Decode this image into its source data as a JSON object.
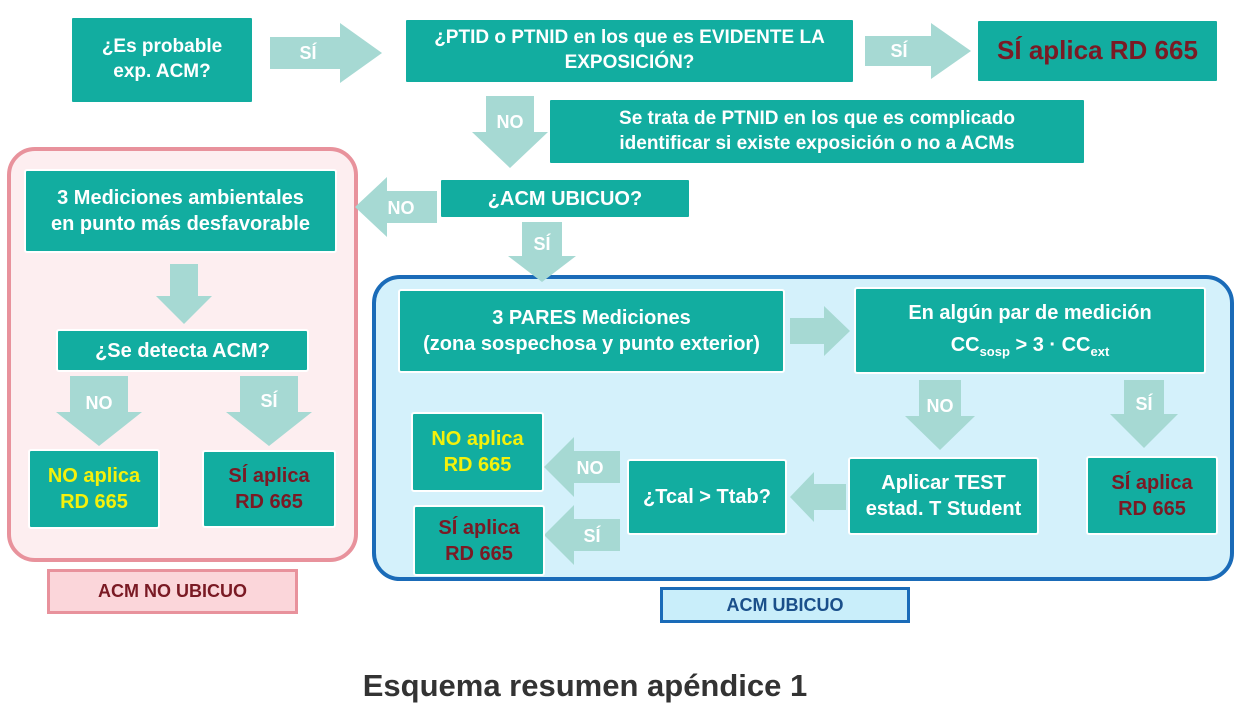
{
  "colors": {
    "box_fill": "#12ada0",
    "arrow_fill": "#a6d9d3",
    "dark_text": "#7a1a24",
    "highlight_text": "#f4f10b",
    "no_ubicuo_border": "#e8929c",
    "no_ubicuo_fill": "#fdeef0",
    "ubicuo_border": "#1a6bb8",
    "ubicuo_fill": "#d4f1fb"
  },
  "nodes": {
    "probable": [
      "¿Es probable",
      "exp. ACM?"
    ],
    "ptid_evidente": [
      "¿PTID o PTNID en los que es EVIDENTE LA",
      "EXPOSICIÓN?"
    ],
    "si_aplica_top": "SÍ aplica RD 665",
    "ptnid_complicado": [
      "Se trata de PTNID en los que es complicado",
      "identificar si existe exposición o no a ACMs"
    ],
    "acm_ubicuo_q": "¿ACM UBICUO?",
    "mediciones_ambientales": [
      "3 Mediciones ambientales",
      "en punto más desfavorable"
    ],
    "se_detecta": "¿Se detecta ACM?",
    "no_aplica_left": [
      "NO aplica",
      "RD 665"
    ],
    "si_aplica_left": [
      "SÍ aplica",
      "RD 665"
    ],
    "pares_mediciones": [
      "3 PARES Mediciones",
      "(zona sospechosa y punto exterior)"
    ],
    "algun_par": {
      "line1": "En algún par de medición",
      "cc": "CC",
      "sub_sosp": "sosp",
      "op": " > 3 · CC",
      "sub_ext": "ext"
    },
    "test_student": [
      "Aplicar TEST",
      "estad. T Student"
    ],
    "tcal": "¿Tcal > Ttab?",
    "si_aplica_right": [
      "SÍ aplica",
      "RD 665"
    ],
    "no_aplica_mid": [
      "NO aplica",
      "RD 665"
    ],
    "si_aplica_mid": [
      "SÍ aplica",
      "RD 665"
    ]
  },
  "arrow_labels": {
    "si": "SÍ",
    "no": "NO"
  },
  "regions": {
    "no_ubicuo_label": "ACM NO UBICUO",
    "ubicuo_label": "ACM UBICUO"
  },
  "title": "Esquema resumen apéndice 1"
}
